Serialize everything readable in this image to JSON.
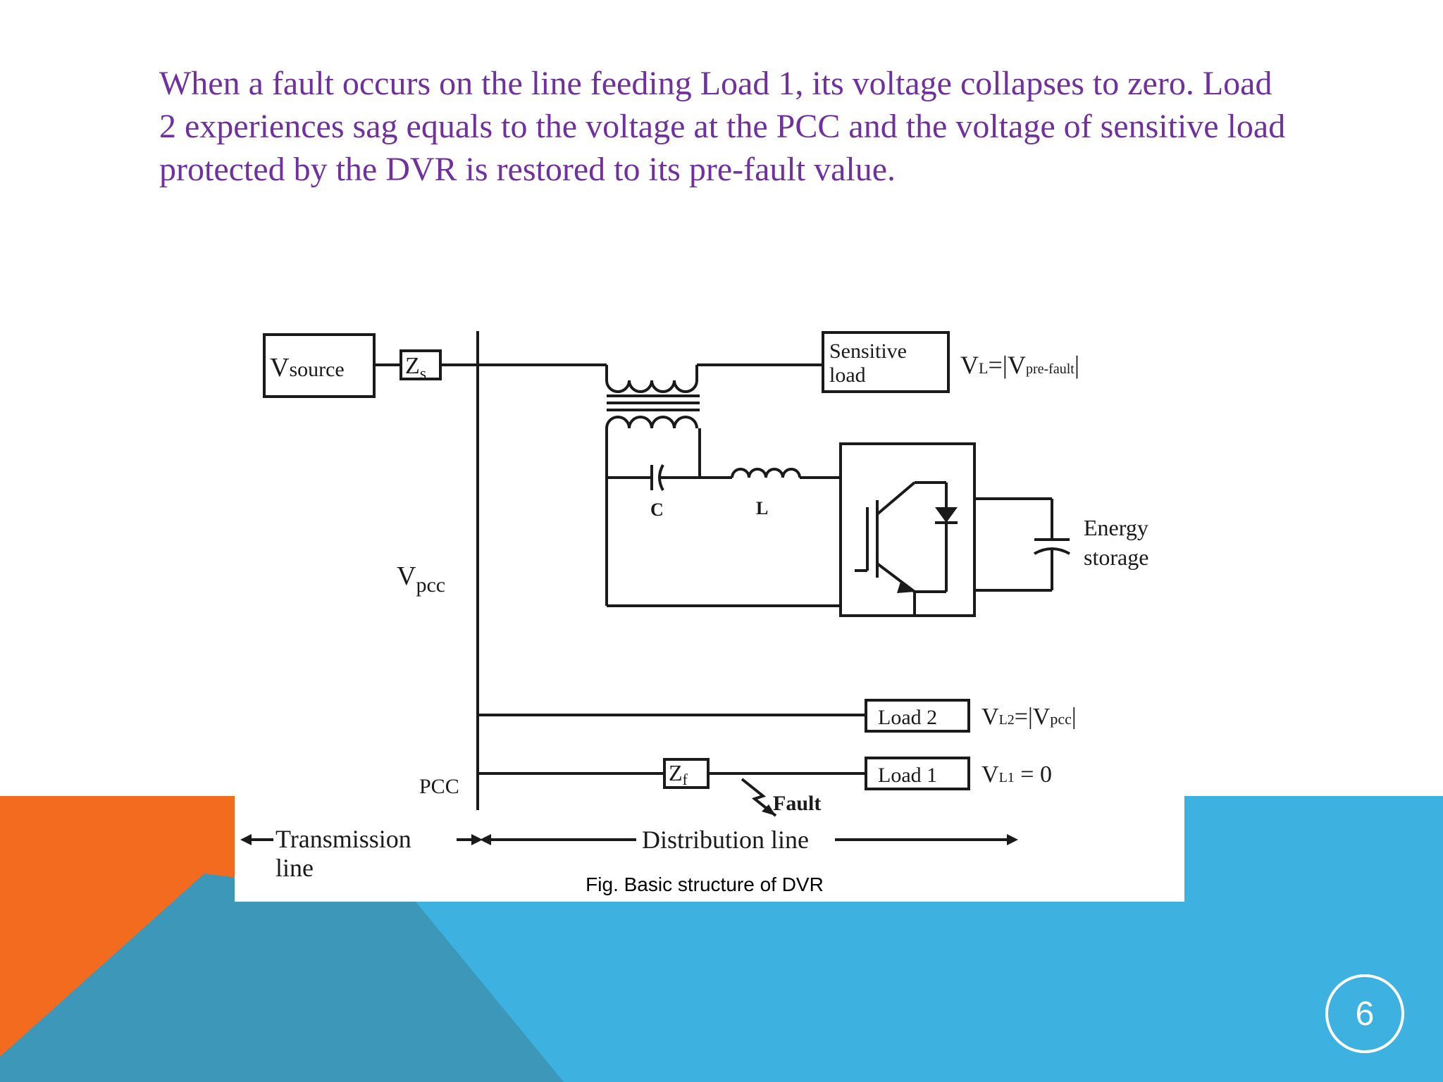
{
  "slide": {
    "paragraph": "When a fault occurs on the line feeding Load 1, its voltage collapses to zero. Load 2 experiences sag equals to the voltage at the PCC and the voltage of sensitive load protected by the DVR is restored to its pre-fault value.",
    "caption": "Fig. Basic structure of DVR",
    "page_number": "6"
  },
  "colors": {
    "text": "#7030a0",
    "orange": "#f26b1f",
    "blue": "#3db2e0",
    "teal": "#3c97b9"
  },
  "diagram": {
    "source": {
      "main": "V",
      "sub": "source"
    },
    "zs": {
      "main": "Z",
      "sub": "s"
    },
    "zf": {
      "main": "Z",
      "sub": "f"
    },
    "vpcc": {
      "main": "V",
      "sub": "pcc"
    },
    "pcc": "PCC",
    "sensitive_load": {
      "line1": "Sensitive",
      "line2": "load"
    },
    "vl_eq": {
      "a": "V",
      "a_sub": "L",
      "eq": "=|V",
      "b_sub": "pre-fault",
      "end": "|"
    },
    "capacitor": "C",
    "inductor": "L",
    "energy_storage": {
      "line1": "Energy",
      "line2": "storage"
    },
    "load2": "Load 2",
    "load1": "Load 1",
    "vl2_eq": {
      "a": "V",
      "a_sub": "L2",
      "eq": "=|V",
      "b_sub": "pcc",
      "end": "|"
    },
    "vl1_eq": {
      "a": "V",
      "a_sub": "L1",
      "eq": " = 0"
    },
    "fault": "Fault",
    "transmission": {
      "line1": "Transmission",
      "line2": "line"
    },
    "distribution": "Distribution line"
  }
}
